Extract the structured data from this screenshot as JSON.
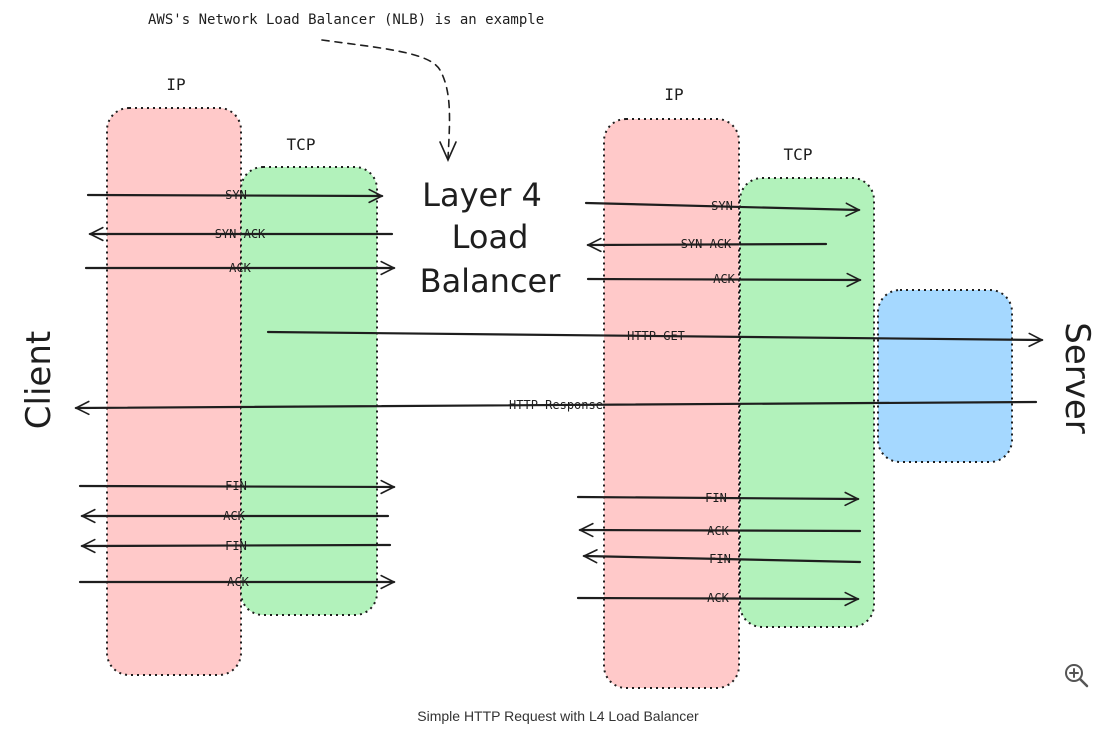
{
  "annotation": "AWS's Network Load Balancer (NLB) is an example",
  "center_label": [
    "Layer 4",
    "Load",
    "Balancer"
  ],
  "client_label": "Client",
  "server_label": "Server",
  "layers": {
    "ip": "IP",
    "tcp": "TCP"
  },
  "left_messages": [
    "SYN",
    "SYN-ACK",
    "ACK",
    "FIN",
    "ACK",
    "FIN",
    "ACK"
  ],
  "right_messages": [
    "SYN",
    "SYN-ACK",
    "ACK",
    "FIN",
    "ACK",
    "FIN",
    "ACK"
  ],
  "http": {
    "get": "HTTP GET",
    "response": "HTTP Response"
  },
  "caption": "Simple HTTP Request with L4 Load Balancer",
  "icons": {
    "zoom": "zoom-in-icon"
  },
  "colors": {
    "ip": "#ffc9c9",
    "tcp": "#b2f2bb",
    "server": "#a5d8ff",
    "stroke": "#1e1e1e"
  }
}
